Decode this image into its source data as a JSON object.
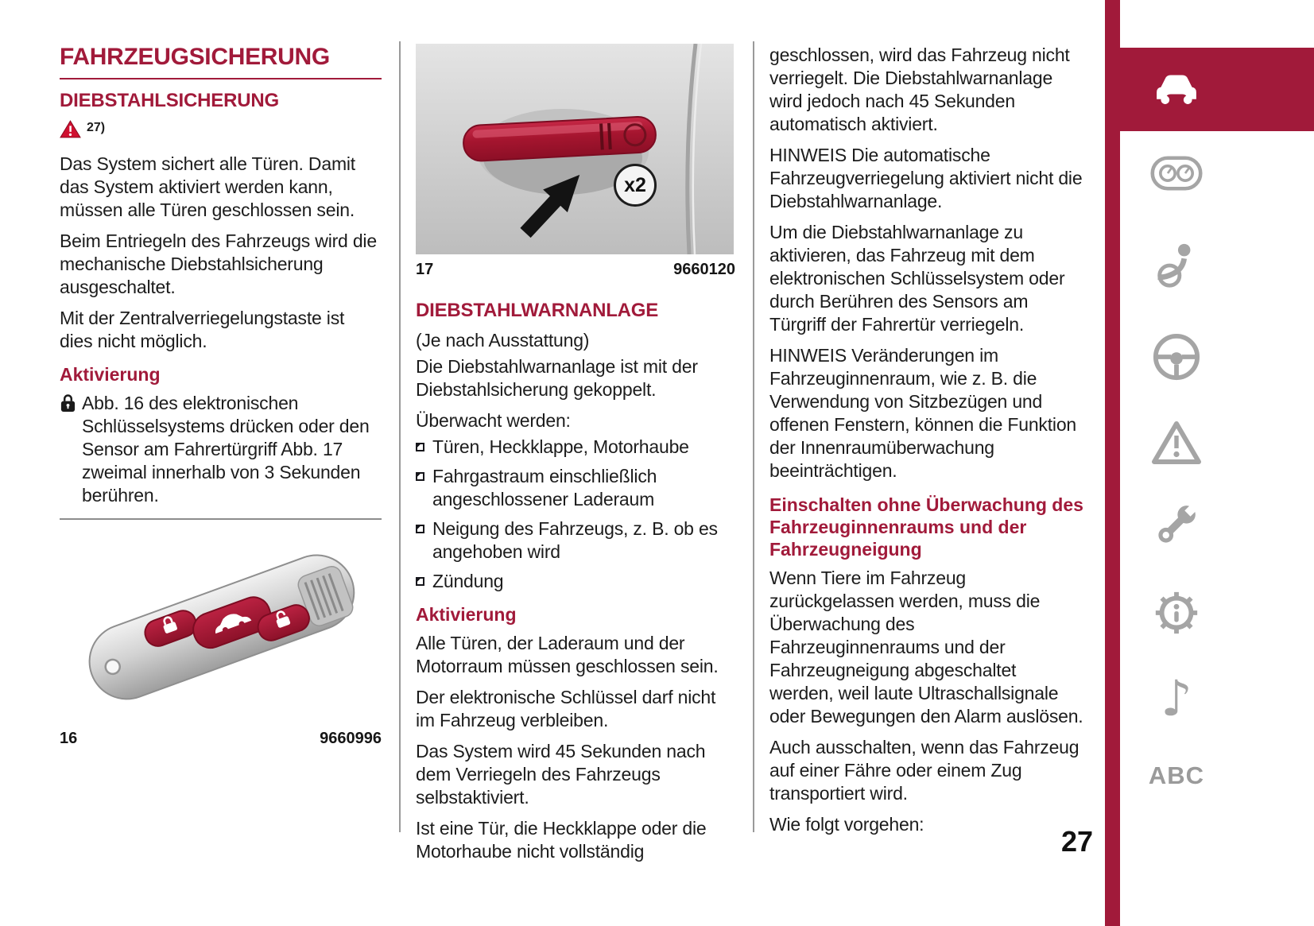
{
  "theme": {
    "accent": "#a11a3a",
    "text": "#1c1c1c",
    "icon_gray": "#a5a5a5"
  },
  "page_number": "27",
  "col1": {
    "title": "FAHRZEUGSICHERUNG",
    "section1_heading": "DIEBSTAHLSICHERUNG",
    "warning_note": "27)",
    "paragraphs": [
      "Das System sichert alle Türen. Damit das System aktiviert werden kann, müssen alle Türen geschlossen sein.",
      "Beim Entriegeln des Fahrzeugs wird die mechanische Diebstahlsicherung ausgeschaltet.",
      "Mit der Zentralverriegelungstaste ist dies nicht möglich."
    ],
    "aktivierung_heading": "Aktivierung",
    "aktivierung_text": "Abb. 16 des elektronischen Schlüsselsystems drücken oder den Sensor am Fahrertürgriff Abb. 17 zweimal innerhalb von 3 Sekunden berühren.",
    "figure16": {
      "number": "16",
      "code": "9660996"
    }
  },
  "col2": {
    "figure17": {
      "number": "17",
      "code": "9660120",
      "badge": "x2"
    },
    "heading": "DIEBSTAHLWARNANLAGE",
    "subnote": "(Je nach Ausstattung)",
    "p1": "Die Diebstahlwarnanlage ist mit der Diebstahlsicherung gekoppelt.",
    "p2": "Überwacht werden:",
    "bullets": [
      "Türen, Heckklappe, Motorhaube",
      "Fahrgastraum einschließlich angeschlossener Laderaum",
      "Neigung des Fahrzeugs, z. B. ob es angehoben wird",
      "Zündung"
    ],
    "aktivierung_heading": "Aktivierung",
    "paragraphs": [
      "Alle Türen, der Laderaum und der Motorraum müssen geschlossen sein.",
      "Der elektronische Schlüssel darf nicht im Fahrzeug verbleiben.",
      "Das System wird 45 Sekunden nach dem Verriegeln des Fahrzeugs selbstaktiviert.",
      "Ist eine Tür, die Heckklappe oder die Motorhaube nicht vollständig"
    ]
  },
  "col3": {
    "paragraphs": [
      "geschlossen, wird das Fahrzeug nicht verriegelt. Die Diebstahlwarnanlage wird jedoch nach 45 Sekunden automatisch aktiviert.",
      "HINWEIS Die automatische Fahrzeugverriegelung aktiviert nicht die Diebstahlwarnanlage.",
      "Um die Diebstahlwarnanlage zu aktivieren, das Fahrzeug mit dem elektronischen Schlüsselsystem oder durch Berühren des Sensors am Türgriff der Fahrertür verriegeln.",
      "HINWEIS Veränderungen im Fahrzeuginnenraum, wie z. B. die Verwendung von Sitzbezügen und offenen Fenstern, können die Funktion der Innenraumüberwachung beeinträchtigen."
    ],
    "heading": "Einschalten ohne Überwachung des Fahrzeuginnenraums und der Fahrzeugneigung",
    "paragraphs2": [
      "Wenn Tiere im Fahrzeug zurückgelassen werden, muss die Überwachung des Fahrzeuginnenraums und der Fahrzeugneigung abgeschaltet werden, weil laute Ultraschallsignale oder Bewegungen den Alarm auslösen.",
      "Auch ausschalten, wenn das Fahrzeug auf einer Fähre oder einem Zug transportiert wird.",
      "Wie folgt vorgehen:"
    ]
  },
  "sidebar": {
    "abc_label": "ABC"
  }
}
